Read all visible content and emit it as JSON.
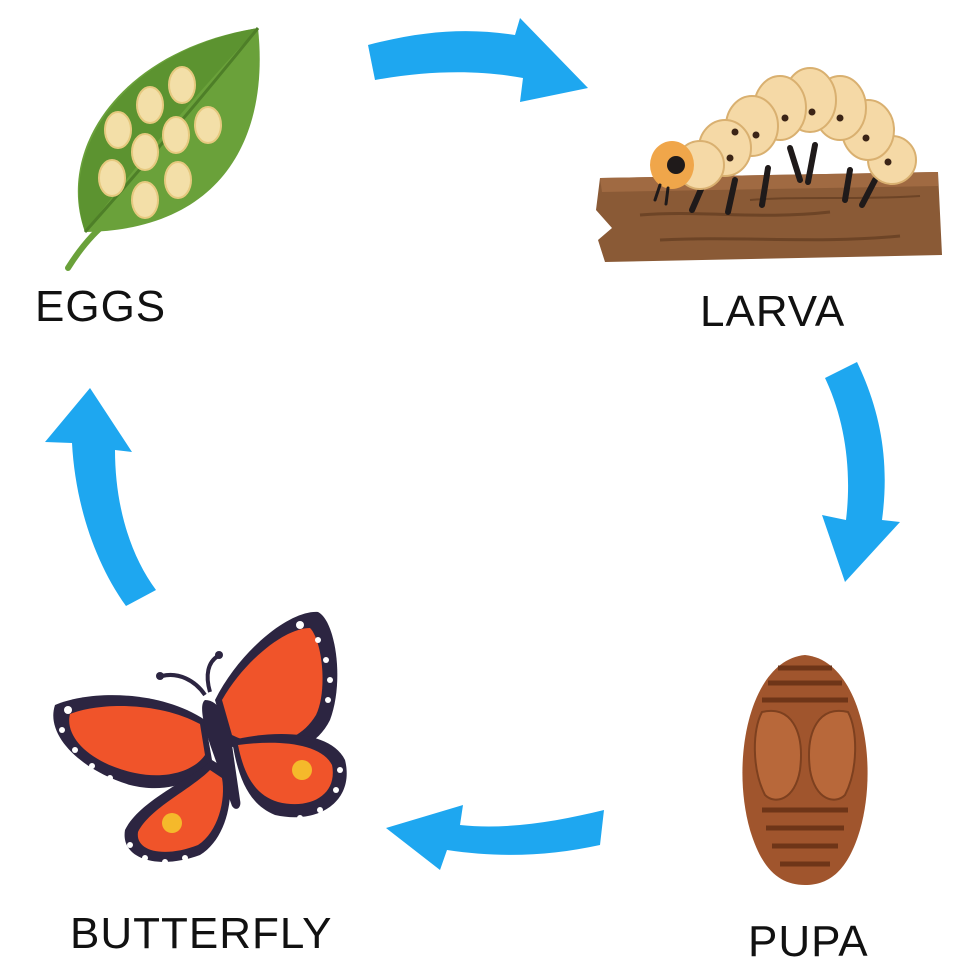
{
  "diagram": {
    "type": "life-cycle",
    "stages": [
      {
        "label": "EGGS",
        "icon": "egg-leaf-icon"
      },
      {
        "label": "LARVA",
        "icon": "caterpillar-icon"
      },
      {
        "label": "PUPA",
        "icon": "chrysalis-icon"
      },
      {
        "label": "BUTTERFLY",
        "icon": "butterfly-icon"
      }
    ],
    "arrows": [
      {
        "from": "EGGS",
        "to": "LARVA"
      },
      {
        "from": "LARVA",
        "to": "PUPA"
      },
      {
        "from": "PUPA",
        "to": "BUTTERFLY"
      },
      {
        "from": "BUTTERFLY",
        "to": "EGGS"
      }
    ],
    "colors": {
      "arrow": "#1ea7f0",
      "leaf": "#6aa13a",
      "egg": "#f3dfa8",
      "larva_body": "#f5d9a6",
      "log": "#8a5a36",
      "pupa": "#a0552d",
      "wing": "#f0542a",
      "wing_border": "#2c2541"
    }
  }
}
